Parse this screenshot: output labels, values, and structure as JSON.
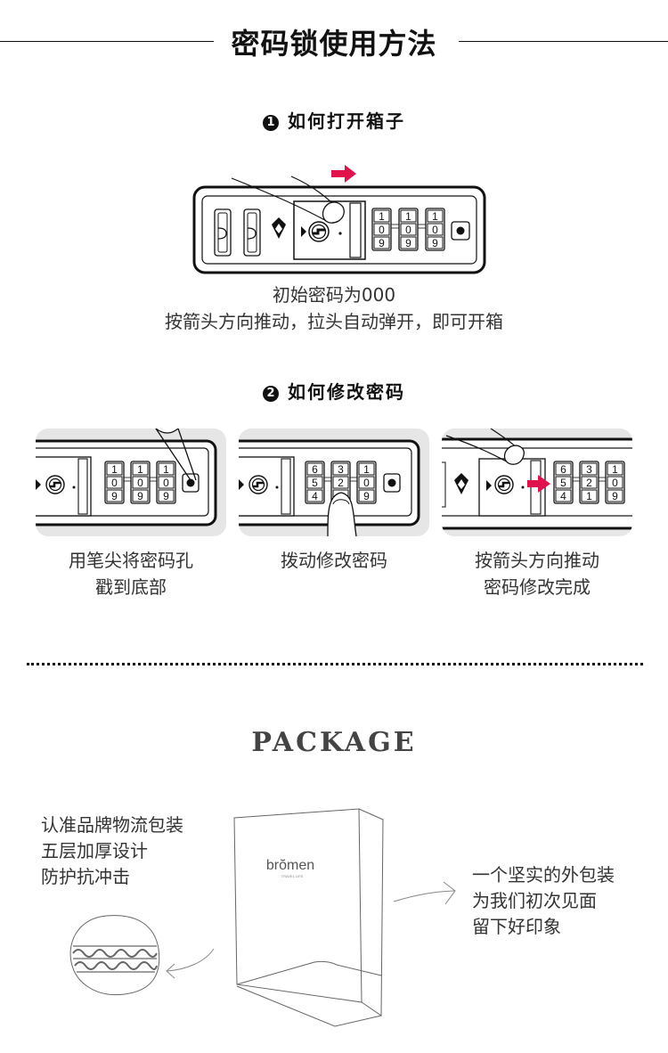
{
  "header": {
    "title": "密码锁使用方法"
  },
  "step1": {
    "number": "1",
    "heading": "如何打开箱子",
    "lock_digits": [
      [
        "1",
        "0",
        "9"
      ],
      [
        "1",
        "0",
        "9"
      ],
      [
        "1",
        "0",
        "9"
      ]
    ],
    "caption_lines": [
      "初始密码为000",
      "按箭头方向推动，拉头自动弹开，即可开箱"
    ]
  },
  "step2": {
    "number": "2",
    "heading": "如何修改密码",
    "panels": [
      {
        "digits": [
          [
            "1",
            "0",
            "9"
          ],
          [
            "1",
            "0",
            "9"
          ],
          [
            "1",
            "0",
            "9"
          ]
        ],
        "caption_lines": [
          "用笔尖将密码孔",
          "戳到底部"
        ]
      },
      {
        "digits": [
          [
            "6",
            "5",
            "4"
          ],
          [
            "3",
            "2",
            ""
          ],
          [
            "1",
            "0",
            "9"
          ]
        ],
        "caption_lines": [
          "拨动修改密码"
        ]
      },
      {
        "digits": [
          [
            "6",
            "5",
            "4"
          ],
          [
            "3",
            "2",
            "1"
          ],
          [
            "1",
            "0",
            "9"
          ]
        ],
        "caption_lines": [
          "按箭头方向推动",
          "密码修改完成"
        ]
      }
    ]
  },
  "package": {
    "title": "PACKAGE",
    "left_text": [
      "认准品牌物流包装",
      "五层加厚设计",
      "防护抗冲击"
    ],
    "right_text": [
      "一个坚实的外包装",
      "为我们初次见面",
      "留下好印象"
    ],
    "brand_logo": "brŏmen",
    "brand_tagline": "TRAVEL LIFE"
  },
  "colors": {
    "accent_arrow": "#e0114b",
    "panel_bg": "#e6e6e6",
    "text": "#222222"
  }
}
